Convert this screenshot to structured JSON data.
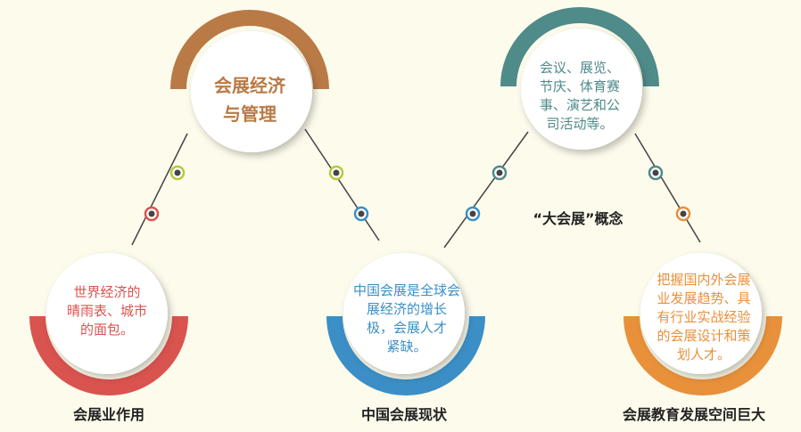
{
  "colors": {
    "brown": "#b97a45",
    "teal": "#4e8b89",
    "red": "#d9534f",
    "blue": "#3b8fc6",
    "orange": "#e8913a",
    "green": "#b7c93a"
  },
  "nodes": {
    "top_left": "会展经济\n与管理",
    "top_right": "会议、展览、\n节庆、体育赛\n事、演艺和公\n司活动等。",
    "bottom_left": "世界经济的\n晴雨表、城市\n的面包。",
    "bottom_mid": "中国会展是全球会\n展经济的增长\n极，会展人才\n紧缺。",
    "bottom_right": "把握国内外会展\n业发展趋势、具\n有行业实战经验\n的会展设计和策\n划人才。"
  },
  "labels": {
    "left": "会展业作用",
    "mid": "中国会展现状",
    "right": "会展教育发展空间巨大",
    "concept": "“大会展”概念"
  }
}
